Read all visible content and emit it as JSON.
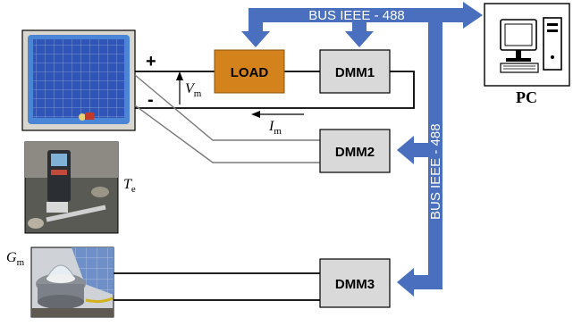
{
  "bus": {
    "top_label": "BUS IEEE - 488",
    "vertical_label": "BUS IEEE - 488",
    "color": "#4a6fbf"
  },
  "devices": {
    "load": {
      "label": "LOAD",
      "fill": "#d4831c"
    },
    "dmm1": {
      "label": "DMM1"
    },
    "dmm2": {
      "label": "DMM2"
    },
    "dmm3": {
      "label": "DMM3"
    },
    "pc": {
      "label": "PC"
    }
  },
  "terminals": {
    "plus": "+",
    "minus": "-"
  },
  "symbols": {
    "vm": {
      "main": "V",
      "sub": "m"
    },
    "im": {
      "main": "I",
      "sub": "m"
    },
    "te": {
      "main": "T",
      "sub": "e"
    },
    "gm": {
      "main": "G",
      "sub": "m"
    }
  }
}
